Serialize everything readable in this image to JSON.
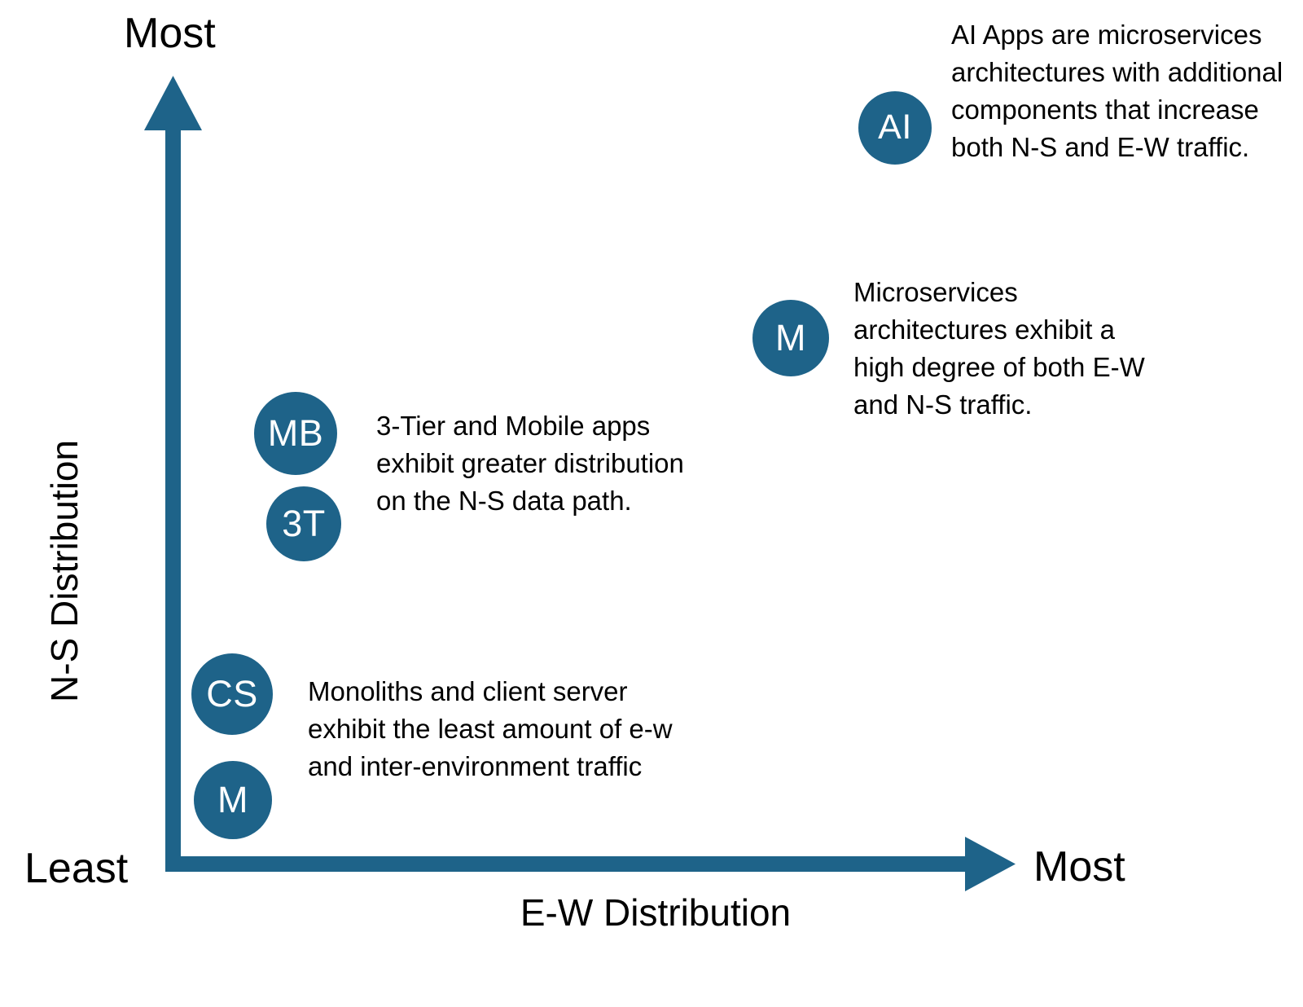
{
  "chart_data": {
    "type": "scatter",
    "title": "",
    "xlabel": "E-W Distribution",
    "ylabel": "N-S Distribution",
    "x_axis_min_label": "Least",
    "x_axis_max_label": "Most",
    "y_axis_max_label": "Most",
    "xlim": [
      "Least",
      "Most"
    ],
    "ylim": [
      "Least",
      "Most"
    ],
    "grid": false,
    "legend": "none",
    "accent_color": "#1E6389",
    "text_color": "#000000",
    "background_color": "#FFFFFF",
    "points": [
      {
        "code": "AI",
        "name": "AI Apps",
        "ew": 0.84,
        "ns": 0.91
      },
      {
        "code": "M",
        "name": "Microservices",
        "ew": 0.71,
        "ns": 0.7
      },
      {
        "code": "MB",
        "name": "Mobile apps",
        "ew": 0.11,
        "ns": 0.57
      },
      {
        "code": "3T",
        "name": "3-Tier apps",
        "ew": 0.13,
        "ns": 0.46
      },
      {
        "code": "CS",
        "name": "Client Server",
        "ew": 0.04,
        "ns": 0.25
      },
      {
        "code": "M",
        "name": "Monoliths",
        "ew": 0.04,
        "ns": 0.13
      }
    ],
    "annotations": [
      "AI Apps are microservices architectures with additional components that increase both N-S and E-W traffic.",
      "Microservices architectures exhibit a high degree of both E-W and N-S traffic.",
      "3-Tier and Mobile apps exhibit greater distribution on the N-S data path.",
      "Monoliths and client server exhibit the least amount of e-w and inter-environment traffic"
    ]
  },
  "axes": {
    "x_title": "E-W Distribution",
    "y_title": "N-S Distribution",
    "top_label": "Most",
    "left_label": "Least",
    "right_label": "Most"
  },
  "bubbles": {
    "ai": "AI",
    "microservices": "M",
    "mobile": "MB",
    "three_tier": "3T",
    "client_server": "CS",
    "monolith": "M"
  },
  "annotations": {
    "ai": "AI Apps are microservices architectures with additional components that increase both N-S and E-W traffic.",
    "microservices": "Microservices architectures exhibit a high degree of both E-W and N-S traffic.",
    "mobile_three_tier": "3-Tier and Mobile apps exhibit greater distribution on the N-S data path.",
    "monolith_client_server": "Monoliths and client server exhibit the least amount of e-w and inter-environment traffic"
  }
}
